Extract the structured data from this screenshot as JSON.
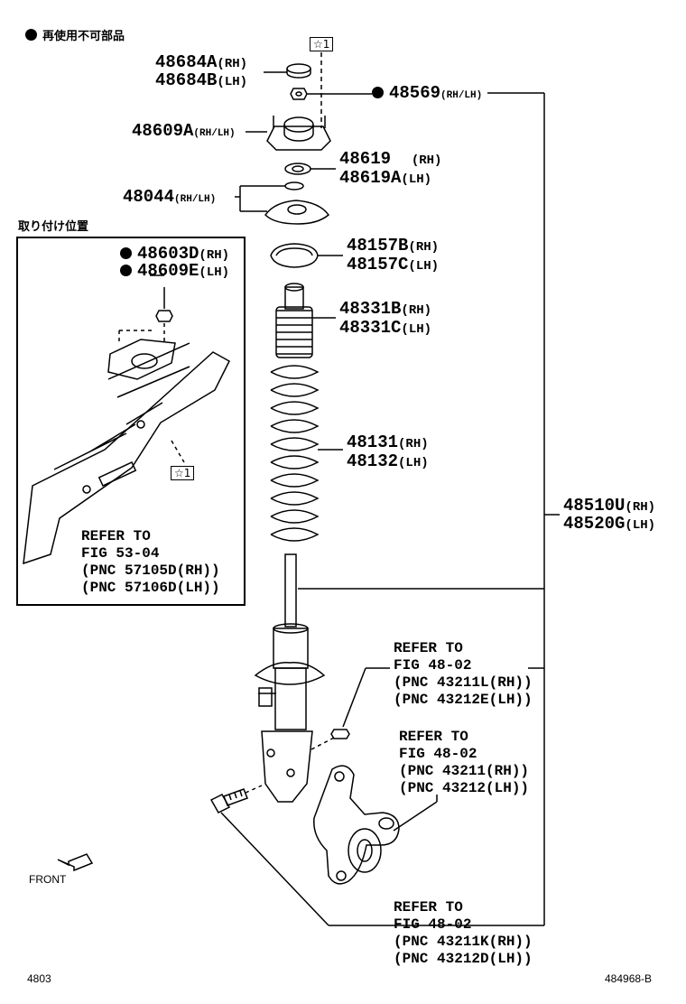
{
  "legend": {
    "text": "再使用不可部品"
  },
  "mount_label": "取り付け位置",
  "star_tag_top": "☆1",
  "star_tag_inset": "☆1",
  "parts": {
    "p48684": {
      "rh": "48684A",
      "rh_sfx": "(RH)",
      "lh": "48684B",
      "lh_sfx": "(LH)"
    },
    "p48569": {
      "num": "48569",
      "sfx": "(RH/LH)"
    },
    "p48609A": {
      "num": "48609A",
      "sfx": "(RH/LH)"
    },
    "p48619": {
      "rh": "48619",
      "rh_sfx": "(RH)",
      "lh": "48619A",
      "lh_sfx": "(LH)"
    },
    "p48044": {
      "num": "48044",
      "sfx": "(RH/LH)"
    },
    "p48603": {
      "rh": "48603D",
      "rh_sfx": "(RH)",
      "lh": "48609E",
      "lh_sfx": "(LH)"
    },
    "p48157": {
      "rh": "48157B",
      "rh_sfx": "(RH)",
      "lh": "48157C",
      "lh_sfx": "(LH)"
    },
    "p48331": {
      "rh": "48331B",
      "rh_sfx": "(RH)",
      "lh": "48331C",
      "lh_sfx": "(LH)"
    },
    "p48131": {
      "rh": "48131",
      "rh_sfx": "(RH)",
      "lh": "48132",
      "lh_sfx": "(LH)"
    },
    "p48510": {
      "rh": "48510U",
      "rh_sfx": "(RH)",
      "lh": "48520G",
      "lh_sfx": "(LH)"
    }
  },
  "refs": {
    "inset": [
      "REFER TO",
      "FIG 53-04",
      "(PNC 57105D(RH))",
      "(PNC 57106D(LH))"
    ],
    "nut": [
      "REFER TO",
      "FIG 48-02",
      "(PNC 43211L(RH))",
      "(PNC 43212E(LH))"
    ],
    "knuckle": [
      "REFER TO",
      "FIG 48-02",
      "(PNC 43211(RH))",
      "(PNC 43212(LH))"
    ],
    "bolt": [
      "REFER TO",
      "FIG 48-02",
      "(PNC 43211K(RH))",
      "(PNC 43212D(LH))"
    ]
  },
  "front_label": "FRONT",
  "footer": {
    "left": "4803",
    "right": "484968-B"
  }
}
